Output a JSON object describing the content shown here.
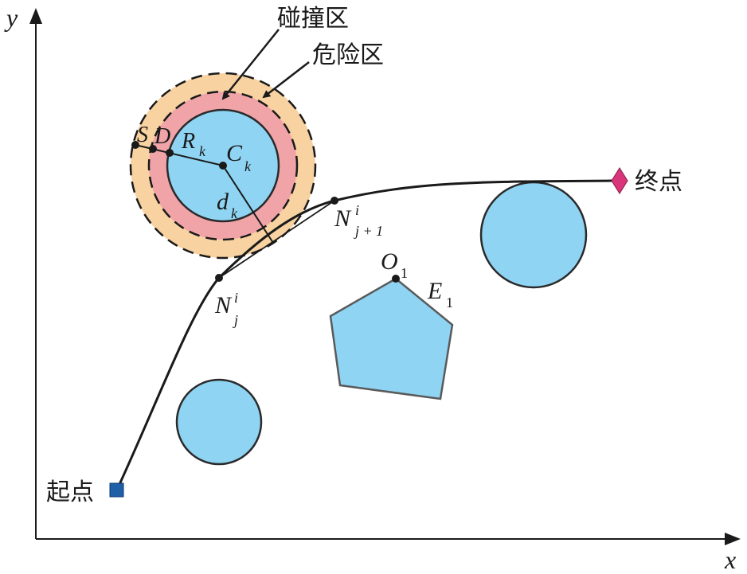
{
  "axes": {
    "x_label": "x",
    "y_label": "y"
  },
  "labels": {
    "collision_zone": "碰撞区",
    "danger_zone": "危险区",
    "start": "起点",
    "end": "终点",
    "S": "S",
    "D": "D",
    "R": "R",
    "R_sub": "k",
    "C": "C",
    "C_sub": "k",
    "d": "d",
    "d_sub": "k",
    "N": "N",
    "N_sup": "i",
    "N_sub": "j",
    "N_next_sub": "j + 1",
    "O": "O",
    "O_sub": "1",
    "E": "E",
    "E_sub": "1"
  },
  "colors": {
    "danger_fill": "#f8d2a0",
    "collision_fill": "#f0a4a8",
    "obstacle_fill": "#8fd4f3",
    "start_marker": "#1f5fa8",
    "end_marker": "#d8357a",
    "line": "#1a1a1a"
  }
}
